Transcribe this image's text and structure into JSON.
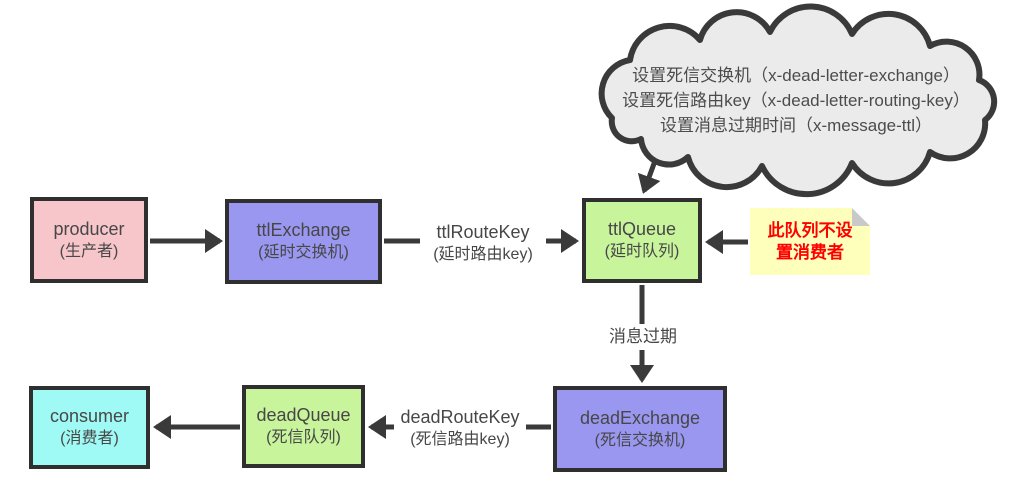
{
  "cloud": {
    "lines": [
      "设置死信交换机（x-dead-letter-exchange）",
      "设置死信路由key（x-dead-letter-routing-key）",
      "设置消息过期时间（x-message-ttl）"
    ],
    "fill": "#ebebeb"
  },
  "nodes": {
    "producer": {
      "title": "producer",
      "subtitle": "(生产者)",
      "fill": "#f6c6ca"
    },
    "ttlExchange": {
      "title": "ttlExchange",
      "subtitle": "(延时交换机)",
      "fill": "#9a97f0"
    },
    "ttlQueue": {
      "title": "ttlQueue",
      "subtitle": "(延时队列)",
      "fill": "#c8f49c"
    },
    "deadExchange": {
      "title": "deadExchange",
      "subtitle": "(死信交换机)",
      "fill": "#9a97f0"
    },
    "deadQueue": {
      "title": "deadQueue",
      "subtitle": "(死信队列)",
      "fill": "#c8f49c"
    },
    "consumer": {
      "title": "consumer",
      "subtitle": "(消费者)",
      "fill": "#9ffaf5"
    }
  },
  "edge_labels": {
    "ttl_route_key": {
      "title": "ttlRouteKey",
      "subtitle": "(延时路由key)"
    },
    "message_expire": {
      "title": "消息过期"
    },
    "dead_route_key": {
      "title": "deadRouteKey",
      "subtitle": "(死信路由key)"
    }
  },
  "note": {
    "line1": "此队列不设",
    "line2": "置消费者",
    "fill": "#ffffbc",
    "text_color": "#ff0000"
  },
  "ui": {
    "border_color": "#2f2f2f",
    "arrow_color": "#3a3a3a",
    "text_color": "#474747",
    "background": "#ffffff"
  }
}
